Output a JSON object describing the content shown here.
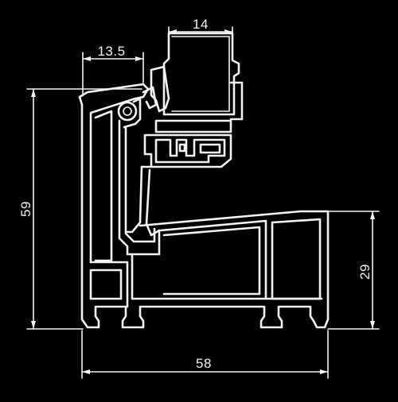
{
  "colors": {
    "background": "#000000",
    "stroke": "#f2f2f2"
  },
  "dimensions": {
    "glass_width": "14",
    "lip_width": "13.5",
    "total_height": "59",
    "sill_height": "29",
    "total_width": "58"
  }
}
